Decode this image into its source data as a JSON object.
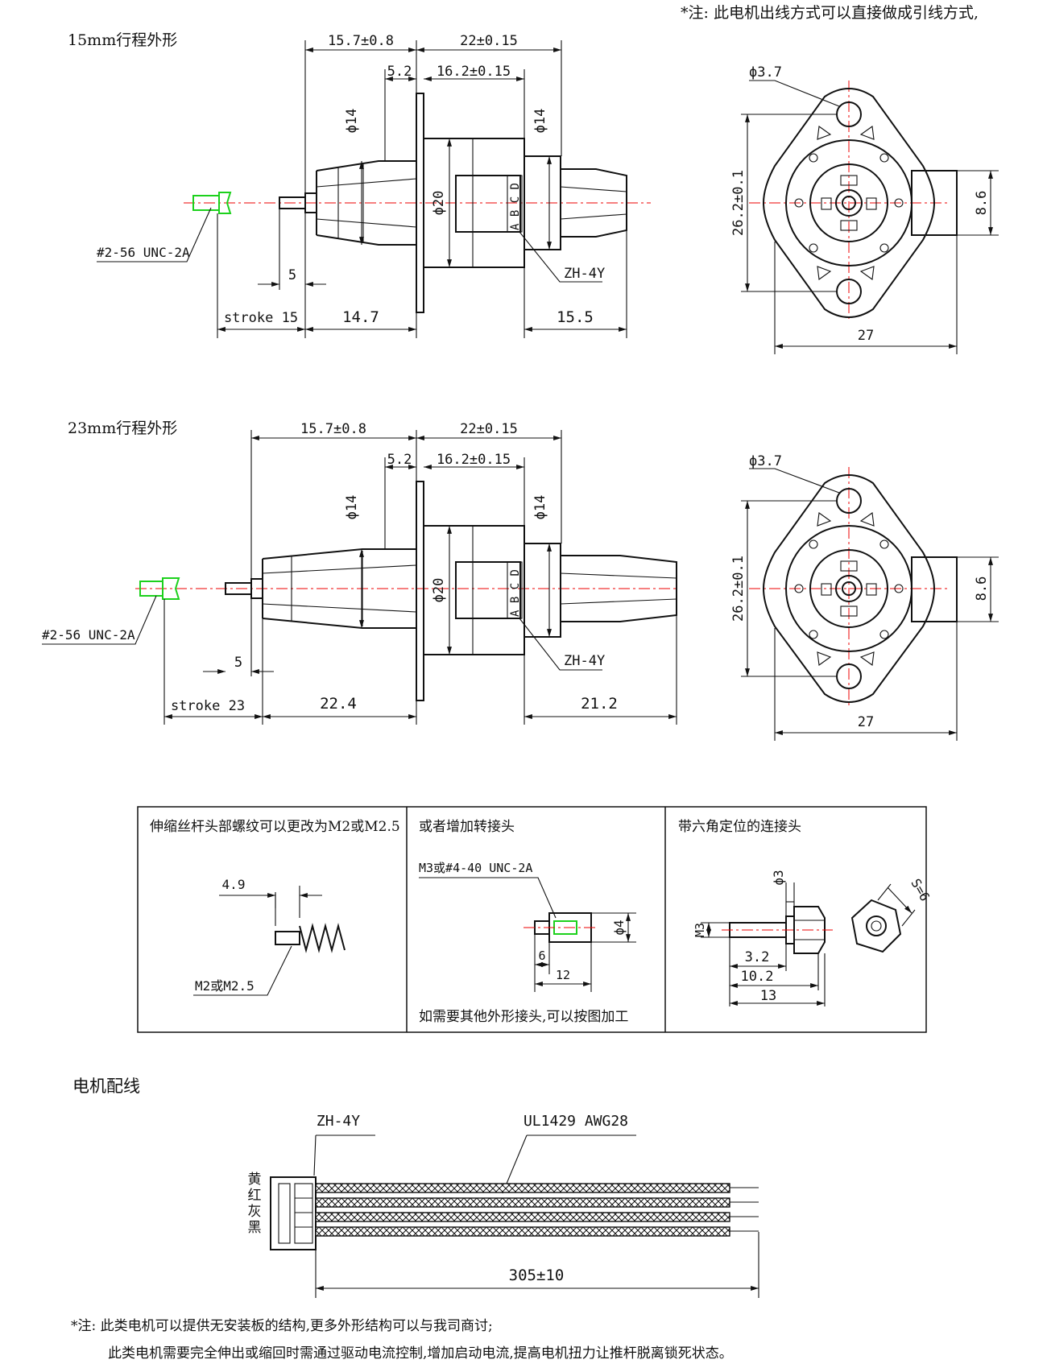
{
  "top_note": "*注: 此电机出线方式可以直接做成引线方式,",
  "views": [
    {
      "title": "15mm行程外形",
      "dims": {
        "overall_left": "15.7±0.8",
        "overall_right": "22±0.15",
        "flange_w": "5.2",
        "body_w": "16.2±0.15",
        "left_dia": "ϕ14",
        "right_dia": "ϕ14",
        "flange_dia": "ϕ20",
        "tip": "5",
        "stroke": "stroke 15",
        "left_len": "14.7",
        "right_len": "15.5"
      },
      "thread": "#2-56 UNC-2A",
      "pins": "A B C D",
      "connector": "ZH-4Y",
      "side_view": {
        "hole": "ϕ3.7",
        "height": "26.2±0.1",
        "boss": "8.6",
        "width": "27"
      }
    },
    {
      "title": "23mm行程外形",
      "dims": {
        "overall_left": "15.7±0.8",
        "overall_right": "22±0.15",
        "flange_w": "5.2",
        "body_w": "16.2±0.15",
        "left_dia": "ϕ14",
        "right_dia": "ϕ14",
        "flange_dia": "ϕ20",
        "tip": "5",
        "stroke": "stroke 23",
        "left_len": "22.4",
        "right_len": "21.2"
      },
      "thread": "#2-56 UNC-2A",
      "pins": "A B C D",
      "connector": "ZH-4Y",
      "side_view": {
        "hole": "ϕ3.7",
        "height": "26.2±0.1",
        "boss": "8.6",
        "width": "27"
      }
    }
  ],
  "options": [
    {
      "title": "伸缩丝杆头部螺纹可以更改为M2或M2.5",
      "dim": "4.9",
      "label": "M2或M2.5"
    },
    {
      "title": "或者增加转接头",
      "thread": "M3或#4-40 UNC-2A",
      "d6": "6",
      "d12": "12",
      "dia": "ϕ4",
      "footer": "如需要其他外形接头,可以按图加工"
    },
    {
      "title": "带六角定位的连接头",
      "phi3": "ϕ3",
      "m3": "M3",
      "s": "S=6",
      "d32": "3.2",
      "d102": "10.2",
      "d13": "13"
    }
  ],
  "wiring": {
    "title": "电机配线",
    "connector": "ZH-4Y",
    "cable": "UL1429  AWG28",
    "colors": [
      "黄",
      "红",
      "灰",
      "黑"
    ],
    "length": "305±10"
  },
  "notes": [
    "*注: 此类电机可以提供无安装板的结构,更多外形结构可以与我司商讨;",
    "此类电机需要完全伸出或缩回时需通过驱动电流控制,增加启动电流,提高电机扭力让推杆脱离锁死状态。"
  ]
}
